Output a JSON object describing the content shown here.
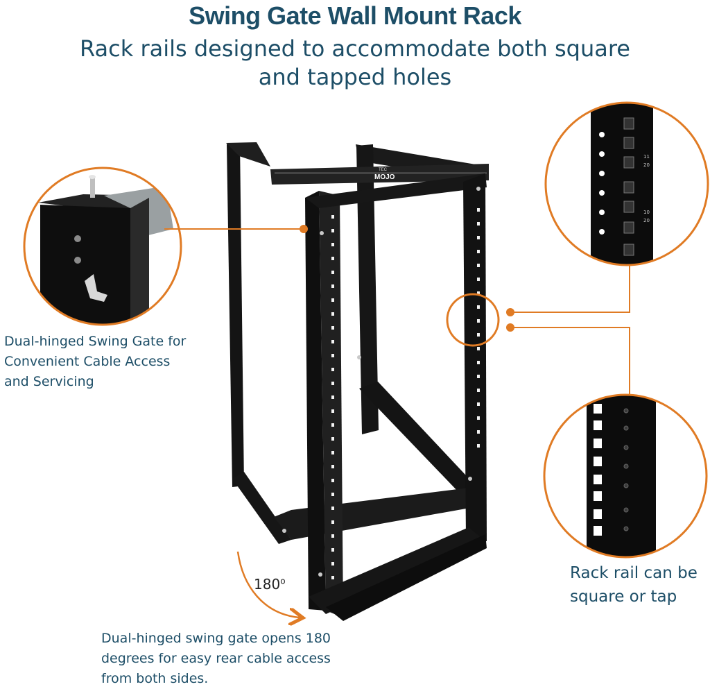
{
  "header": {
    "title": "Swing Gate Wall Mount Rack",
    "subtitle_line1": "Rack rails designed to accommodate both square",
    "subtitle_line2": "and tapped holes"
  },
  "callouts": {
    "hinge": {
      "line1": "Dual-hinged Swing Gate for",
      "line2": "Convenient Cable Access",
      "line3": "and Servicing"
    },
    "rail": {
      "line1": "Rack rail can be",
      "line2": "square or tap"
    },
    "gate": {
      "line1": "Dual-hinged swing gate opens 180",
      "line2": "degrees for easy rear cable access",
      "line3": "from both sides."
    }
  },
  "angle_label": {
    "value": "180",
    "unit": "o"
  },
  "logo": {
    "small": "TEC",
    "main": "MOJO"
  },
  "rail_numbers": [
    "11",
    "20",
    "10",
    "20"
  ],
  "colors": {
    "accent": "#e07b24",
    "text": "#1d4e67",
    "rack": "#111111"
  }
}
